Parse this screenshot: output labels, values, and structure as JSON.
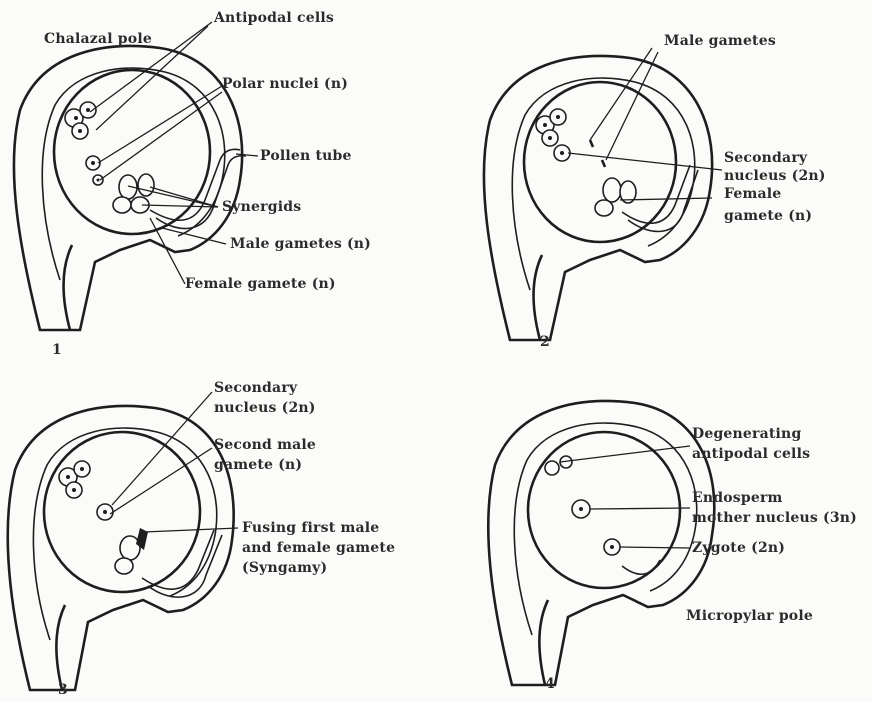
{
  "labels": {
    "chalazal_pole": "Chalazal pole",
    "antipodal_cells": "Antipodal cells",
    "polar_nuclei": "Polar nuclei (n)",
    "pollen_tube": "Pollen tube",
    "synergids": "Synergids",
    "male_gametes_n": "Male gametes (n)",
    "female_gamete_n": "Female gamete (n)",
    "male_gametes": "Male gametes",
    "secondary_nucleus_2n_a": "Secondary",
    "secondary_nucleus_2n_b": "nucleus (2n)",
    "female_gamete_b1": "Female",
    "female_gamete_b2": "gamete (n)",
    "secondary_nucleus_c1": "Secondary",
    "secondary_nucleus_c2": "nucleus (2n)",
    "second_male_1": "Second male",
    "second_male_2": "gamete (n)",
    "fusing_1": "Fusing first male",
    "fusing_2": "and female gamete",
    "fusing_3": "(Syngamy)",
    "degenerating_1": "Degenerating",
    "degenerating_2": "antipodal cells",
    "endosperm_1": "Endosperm",
    "endosperm_2": "mother nucleus (3n)",
    "zygote": "Zygote (2n)",
    "micropylar_pole": "Micropylar pole"
  },
  "panel_numbers": [
    "1",
    "2",
    "3",
    "4"
  ]
}
